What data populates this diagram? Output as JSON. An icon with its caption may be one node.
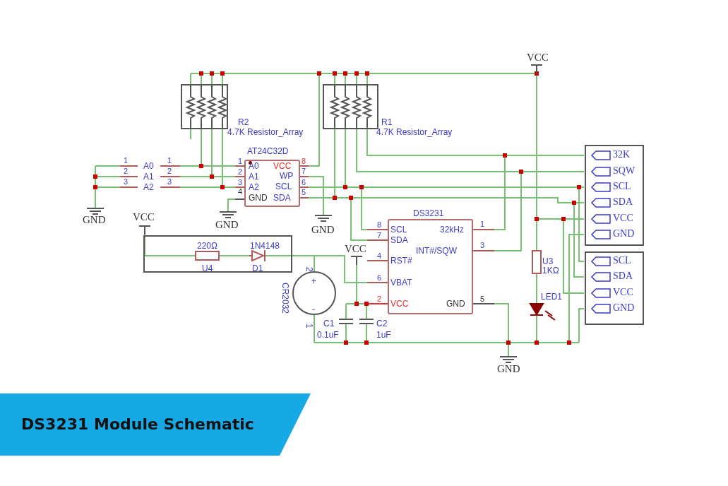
{
  "diagram": {
    "title": "DS3231 Module Schematic",
    "nodes": [
      {
        "text": [
          "R2",
          "4.7K Resistor_Array"
        ]
      },
      {
        "text": [
          "AT24C32D",
          "1",
          "A0",
          "VCC",
          "8",
          "2",
          "A1",
          "WP",
          "7",
          "3",
          "A2",
          "SCL",
          "6",
          "4",
          "GND",
          "SDA",
          "5"
        ]
      },
      {
        "text": [
          "R1",
          "4.7K Resistor_Array"
        ]
      },
      {
        "text": [
          "220Ω",
          "1N4148",
          "U4",
          "D1"
        ]
      },
      {
        "text": [
          "DS3231",
          "8",
          "SCL",
          "1",
          "32kHz",
          "7",
          "SDA",
          "3",
          "INT#/SQW",
          "4",
          "RST#",
          "6",
          "VBAT",
          "2",
          "VCC",
          "5",
          "GND"
        ]
      },
      {
        "text": [
          "32K",
          "SQW",
          "SCL",
          "SDA",
          "VCC",
          "GND"
        ]
      },
      {
        "text": [
          "SCL",
          "SDA",
          "VCC",
          "GND"
        ]
      }
    ],
    "labels": [
      "VCC",
      "1",
      "A0",
      "1",
      "2",
      "A1",
      "2",
      "3",
      "A2",
      "3",
      "GND",
      "GND",
      "GND",
      "VCC",
      "VCC",
      "2",
      "+",
      "CR2032",
      "-",
      "1",
      "C1",
      "0.1uF",
      "C2",
      "1uF",
      "U3",
      "1KΩ",
      "LED1",
      "GND"
    ]
  }
}
